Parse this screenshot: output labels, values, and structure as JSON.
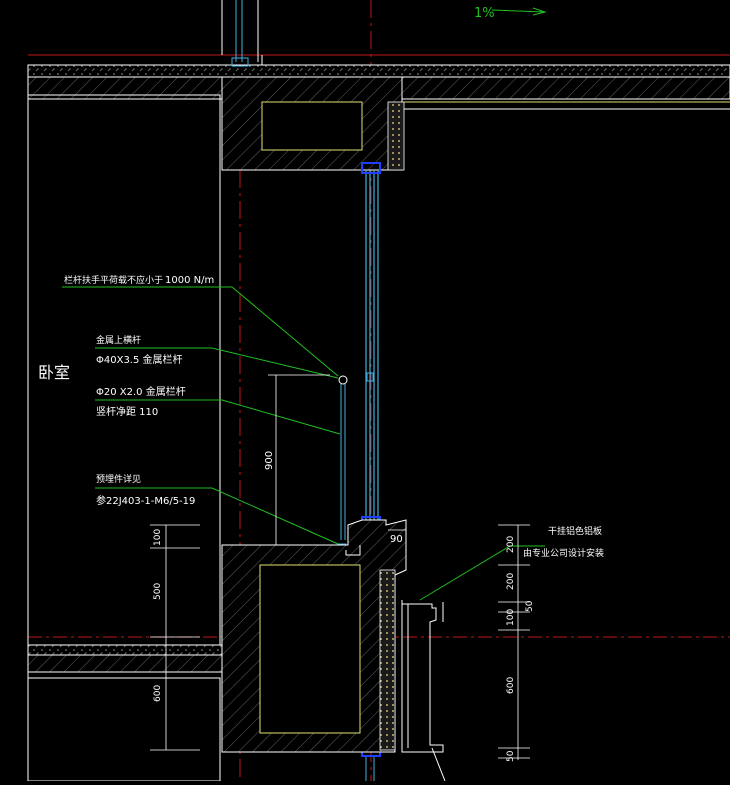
{
  "drawing": {
    "slope_label": "1%",
    "room_label": "卧室",
    "annotations": {
      "railing_load": {
        "label": "栏杆扶手平荷载不应小于",
        "value": "1000 N/m"
      },
      "top_rail": {
        "title": "金属上横杆",
        "spec": "Φ40X3.5  金属栏杆"
      },
      "baluster": {
        "spec": "Φ20 X2.0  金属栏杆",
        "spacing": "竖杆净距  110"
      },
      "embed": {
        "title": "预埋件详见",
        "ref": "参22J403-1-M6/5-19"
      },
      "panel": {
        "line1": "干挂铝色铝板",
        "line2": "由专业公司设计安装"
      }
    },
    "dimensions": {
      "rail_height": "900",
      "left_chain": [
        "100",
        "500",
        "600"
      ],
      "right_chain": [
        "200",
        "200",
        "50",
        "100",
        "600",
        "50"
      ],
      "curb_width": "90"
    },
    "colors": {
      "background": "#000000",
      "structure_line": "#ffffff",
      "hatch": "#8a8a8a",
      "inner_outline": "#e0e070",
      "glass": "#3fb0e0",
      "frame": "#2040ff",
      "red_axis": "#c01818",
      "leader": "#20c020",
      "dim_text": "#ffffff"
    }
  }
}
